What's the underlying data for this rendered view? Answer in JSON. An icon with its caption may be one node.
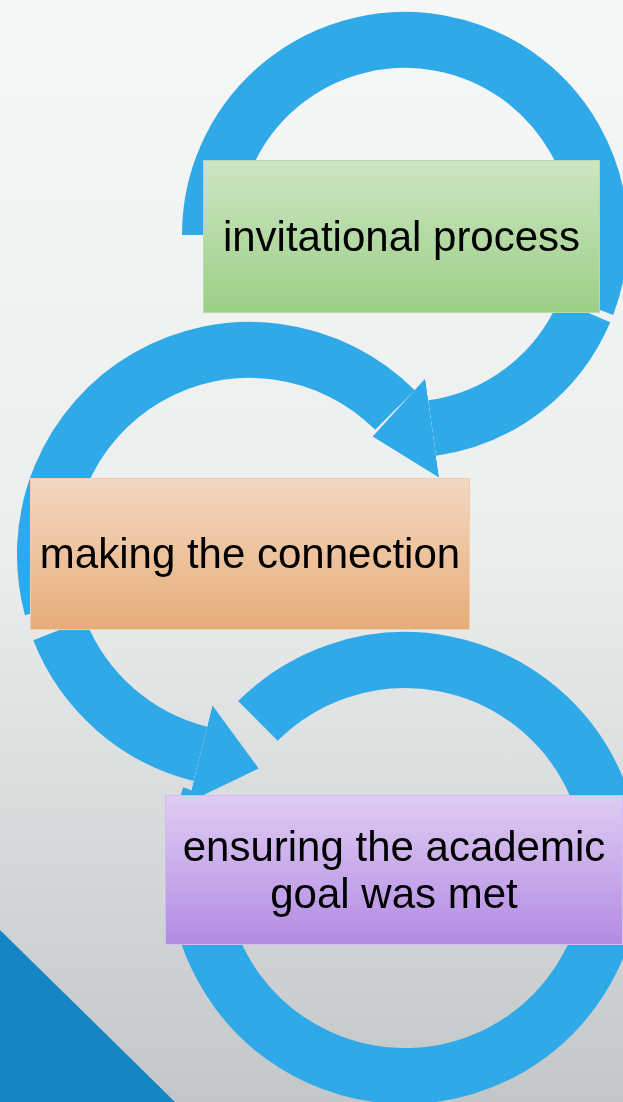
{
  "diagram": {
    "nodes": [
      {
        "text": [
          "invitational process"
        ]
      },
      {
        "text": [
          "making the connection"
        ]
      },
      {
        "text": [
          "ensuring the academic goal was met"
        ]
      }
    ],
    "edges": [
      {
        "from": 0,
        "to": 1,
        "arrow": "to"
      },
      {
        "from": 1,
        "to": 2,
        "arrow": "to"
      }
    ]
  }
}
